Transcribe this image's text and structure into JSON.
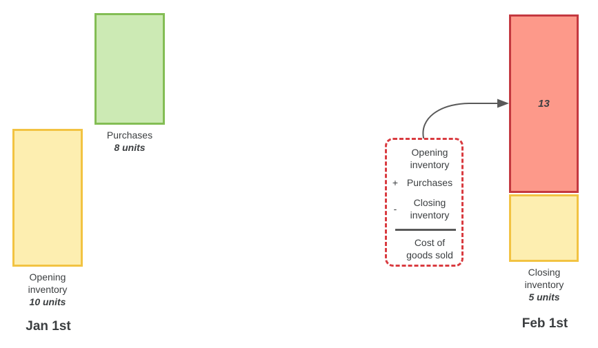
{
  "jan": {
    "date": "Jan 1st",
    "opening": {
      "line1": "Opening",
      "line2": "inventory",
      "value": "10 units"
    },
    "purchases": {
      "line1": "Purchases",
      "value": "8 units"
    }
  },
  "feb": {
    "date": "Feb 1st",
    "cogs_value": "13",
    "closing": {
      "line1": "Closing",
      "line2": "inventory",
      "value": "5 units"
    }
  },
  "formula": {
    "opening_line1": "Opening",
    "opening_line2": "inventory",
    "plus_op": "+",
    "purchases": "Purchases",
    "minus_op": "-",
    "closing_line1": "Closing",
    "closing_line2": "inventory",
    "result_line1": "Cost of",
    "result_line2": "goods sold"
  },
  "colors": {
    "inventory_fill": "#FDEEB0",
    "inventory_border": "#F2C342",
    "purchases_fill": "#CCEAB4",
    "purchases_border": "#83BD54",
    "cogs_fill": "#FD998A",
    "cogs_border": "#C4383F",
    "formula_border": "#D93B40",
    "arrow": "#595959",
    "text": "#3B3E40"
  }
}
